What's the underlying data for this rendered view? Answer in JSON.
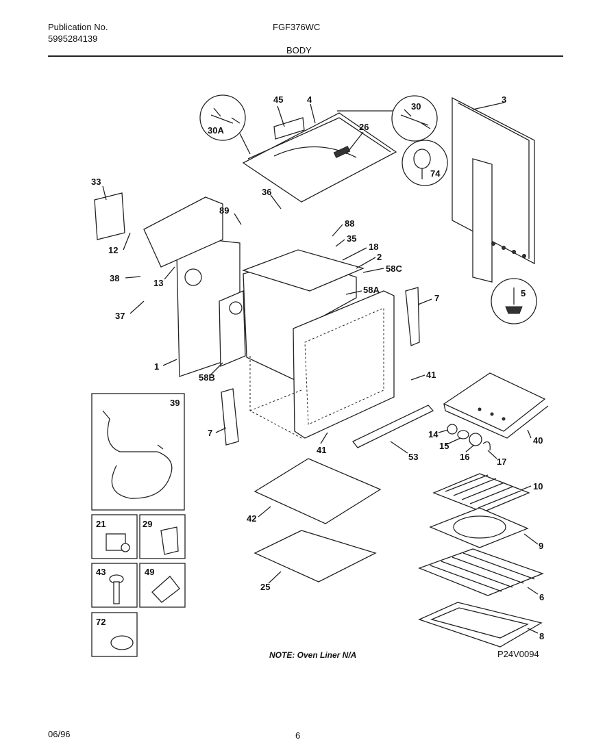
{
  "header": {
    "publication_label": "Publication No.",
    "publication_number": "5995284139",
    "model": "FGF376WC",
    "section": "BODY"
  },
  "footer": {
    "date": "06/96",
    "page": "6"
  },
  "note": "NOTE: Oven Liner N/A",
  "diagram_code": "P24V0094",
  "callouts": {
    "c1": "1",
    "c2": "2",
    "c3": "3",
    "c4": "4",
    "c5": "5",
    "c6": "6",
    "c7a": "7",
    "c7b": "7",
    "c8": "8",
    "c9": "9",
    "c10": "10",
    "c12": "12",
    "c13": "13",
    "c14": "14",
    "c15": "15",
    "c16": "16",
    "c17": "17",
    "c18": "18",
    "c21": "21",
    "c25": "25",
    "c26": "26",
    "c29": "29",
    "c30": "30",
    "c30a": "30A",
    "c33": "33",
    "c35": "35",
    "c36": "36",
    "c37": "37",
    "c38": "38",
    "c39": "39",
    "c40": "40",
    "c41a": "41",
    "c41b": "41",
    "c42": "42",
    "c43": "43",
    "c45": "45",
    "c49": "49",
    "c53": "53",
    "c58a": "58A",
    "c58b": "58B",
    "c58c": "58C",
    "c72": "72",
    "c74": "74",
    "c88": "88",
    "c89": "89"
  }
}
